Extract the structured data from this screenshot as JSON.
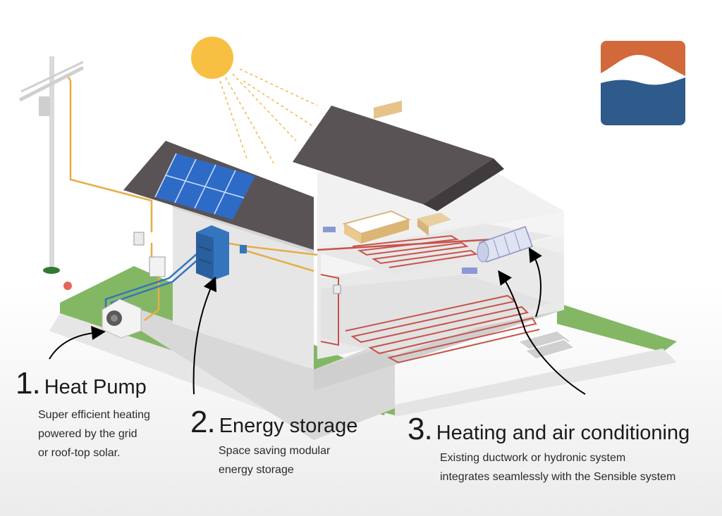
{
  "items": [
    {
      "number": "1.",
      "title": "Heat Pump",
      "desc_lines": [
        "Super efficient heating",
        "powered by the grid",
        "or roof-top solar."
      ]
    },
    {
      "number": "2.",
      "title": "Energy storage",
      "desc_lines": [
        "Space saving modular",
        "energy storage"
      ]
    },
    {
      "number": "3.",
      "title": "Heating and air conditioning",
      "desc_lines": [
        "Existing ductwork or hydronic system",
        "integrates seamlessly with the Sensible system"
      ]
    }
  ],
  "logo": {
    "top_color": "#d2693a",
    "bottom_color": "#2f5b8c"
  },
  "colors": {
    "roof": "#5a5356",
    "wall": "#e2e2e2",
    "grass": "#84b764",
    "wire": "#e6ad45",
    "pipe": "#c8534b",
    "solar": "#2e6bc6",
    "battery": "#3575bd",
    "sun": "#f7c043"
  },
  "icons": [
    "sun-icon",
    "utility-pole-icon",
    "solar-panel-icon",
    "battery-icon",
    "heat-pump-unit-icon",
    "bed-icon",
    "duct-icon",
    "brand-logo"
  ]
}
